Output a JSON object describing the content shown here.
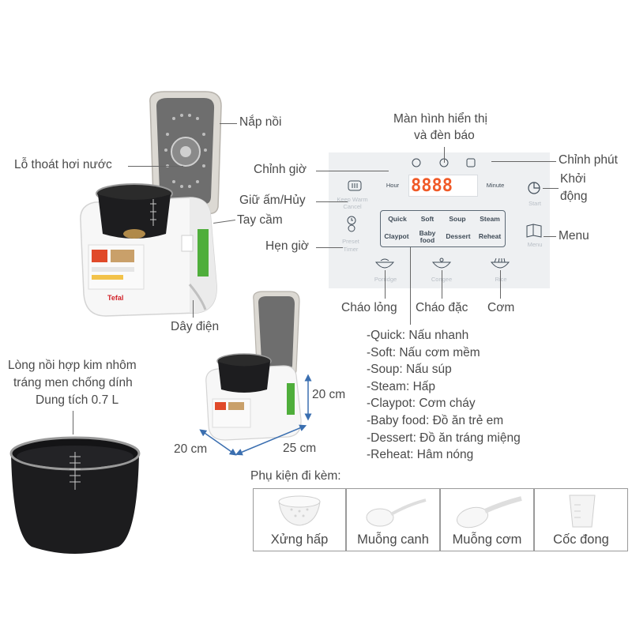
{
  "cooker": {
    "lid_label": "Nắp nồi",
    "vent_label": "Lỗ thoát hơi nước",
    "handle_label": "Tay cầm",
    "cord_label": "Dây điện",
    "brand": "Tefal"
  },
  "panel": {
    "display_label_line1": "Màn hình hiển thị",
    "display_label_line2": "và đèn báo",
    "hour_label": "Chỉnh giờ",
    "minute_label": "Chỉnh phút",
    "keepwarm_label": "Giữ ấm/Hủy",
    "timer_label": "Hẹn giờ",
    "start_label_line1": "Khởi",
    "start_label_line2": "động",
    "menu_label": "Menu",
    "porridge_label": "Cháo lỏng",
    "congee_label": "Cháo đặc",
    "rice_label": "Cơm",
    "display_digits": "8888",
    "keys": {
      "hour": "Hour",
      "minute": "Minute",
      "keep_warm": "Keep Warm",
      "cancel": "Cancel",
      "preset": "Preset",
      "timer": "Timer",
      "start": "Start",
      "menu": "Menu",
      "porridge": "Porridge",
      "congee": "Congee",
      "rice": "Rice"
    },
    "programs": {
      "quick": "Quick",
      "soft": "Soft",
      "soup": "Soup",
      "steam": "Steam",
      "claypot": "Claypot",
      "baby_food_line1": "Baby",
      "baby_food_line2": "food",
      "dessert": "Dessert",
      "reheat": "Reheat"
    }
  },
  "bowl": {
    "line1": "Lòng nồi hợp kim nhôm",
    "line2": "tráng men chống dính",
    "line3": "Dung tích 0.7 L"
  },
  "dimensions": {
    "height": "20 cm",
    "depth": "20 cm",
    "width": "25 cm"
  },
  "notes": [
    "-Quick: Nấu nhanh",
    "-Soft: Nấu cơm mềm",
    "-Soup: Nấu súp",
    "-Steam: Hấp",
    "-Claypot: Cơm cháy",
    "-Baby food: Đồ ăn trẻ em",
    "-Dessert: Đồ ăn tráng miệng",
    "-Reheat: Hâm nóng"
  ],
  "accessories": {
    "title": "Phụ kiện đi kèm:",
    "items": [
      "Xửng hấp",
      "Muỗng canh",
      "Muỗng cơm",
      "Cốc đong"
    ]
  },
  "colors": {
    "display_digits": "#f05a28",
    "panel_bg": "#eef0f2",
    "cooker_body": "#f7f7f7",
    "bowl_inner": "#1c1c1e",
    "label_text": "#4a4a4a"
  }
}
